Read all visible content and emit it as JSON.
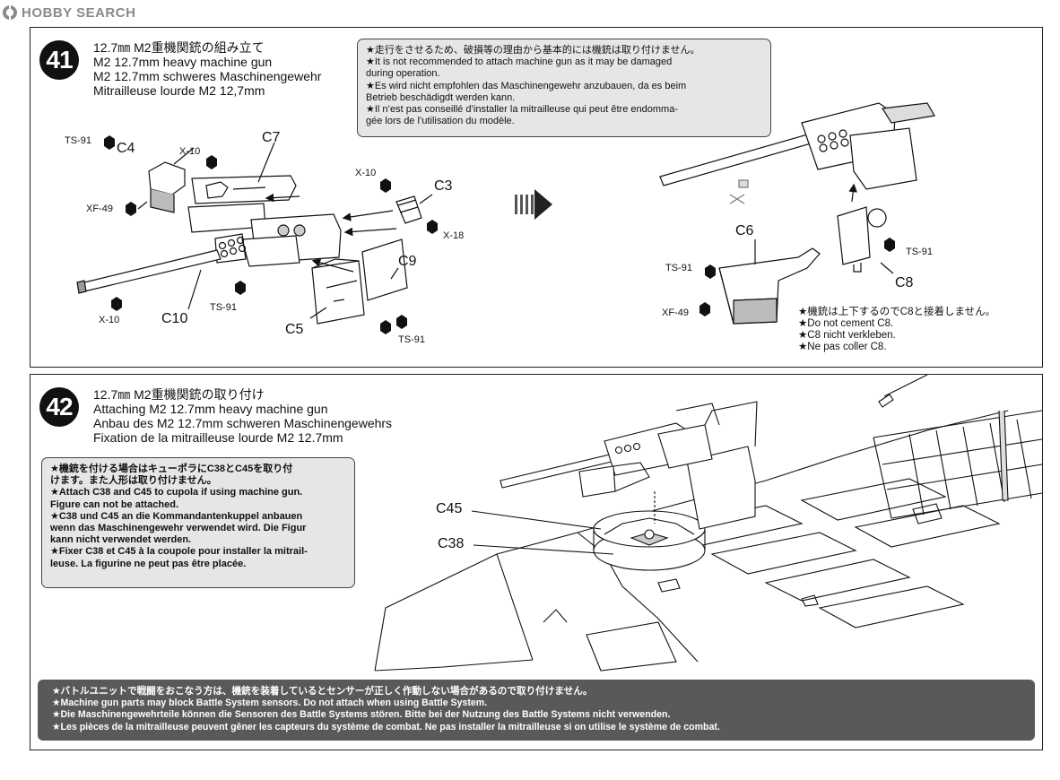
{
  "watermark": {
    "text": "HOBBY SEARCH"
  },
  "step41": {
    "number": "41",
    "title_lines": [
      "12.7㎜ M2重機関銃の組み立て",
      "M2 12.7mm heavy machine gun",
      "M2 12.7mm schweres Maschinengewehr",
      "Mitrailleuse lourde M2 12,7mm"
    ],
    "warning_lines": [
      "★走行をさせるため、破損等の理由から基本的には機銃は取り付けません。",
      "★It is not recommended to attach machine gun as it may be damaged",
      "during operation.",
      "★Es wird nicht empfohlen das Maschinengewehr anzubauen, da es beim",
      "Betrieb beschädigdt werden kann.",
      "★Il n’est pas conseillé d’installer la mitrailleuse qui peut être endomma-",
      "gée lors de l’utilisation du modèle."
    ],
    "part_labels": {
      "c4": "C4",
      "c7": "C7",
      "c3": "C3",
      "c9": "C9",
      "c10": "C10",
      "c5": "C5",
      "c6": "C6",
      "c8": "C8"
    },
    "paint_labels": {
      "ts91_a": "TS-91",
      "xf49_a": "XF-49",
      "x10_a": "X-10",
      "x10_b": "X-10",
      "x18": "X-18",
      "x10_c": "X-10",
      "ts91_b": "TS-91",
      "ts91_c": "TS-91",
      "ts91_d": "TS-91",
      "ts91_e": "TS-91",
      "xf49_b": "XF-49"
    },
    "c8_note_lines": [
      "★機銃は上下するのでC8と接着しません。",
      "★Do not cement C8.",
      "★C8 nicht verkleben.",
      "★Ne pas coller C8."
    ]
  },
  "step42": {
    "number": "42",
    "title_lines": [
      "12.7㎜ M2重機関銃の取り付け",
      "Attaching M2 12.7mm heavy machine gun",
      "Anbau des M2 12.7mm schweren Maschinengewehrs",
      "Fixation de la mitrailleuse lourde M2 12.7mm"
    ],
    "note_lines": [
      "★機銃を付ける場合はキューポラにC38とC45を取り付",
      "けます。また人形は取り付けません。",
      "★Attach C38 and C45 to cupola if using machine gun.",
      "Figure can not be attached.",
      "★C38 und C45 an die Kommandantenkuppel anbauen",
      "wenn das Maschinengewehr verwendet wird. Die Figur",
      "kann nicht verwendet werden.",
      "★Fixer C38 et C45 à la coupole pour installer la mitrail-",
      "leuse. La figurine ne peut pas être placée."
    ],
    "part_labels": {
      "c45": "C45",
      "c38": "C38"
    }
  },
  "bottom_warning_lines": [
    "★バトルユニットで戦闘をおこなう方は、機銃を装着しているとセンサーが正しく作動しない場合があるので取り付けません。",
    "★Machine gun parts may block Battle System sensors. Do not attach when using Battle System.",
    "★Die Maschinengewehrteile können die Sensoren des Battle Systems stören. Bitte bei der Nutzung des Battle Systems nicht verwenden.",
    "★Les pièces de la mitrailleuse peuvent gêner les capteurs du système de combat. Ne pas installer la mitrailleuse si on utilise le système de combat."
  ]
}
